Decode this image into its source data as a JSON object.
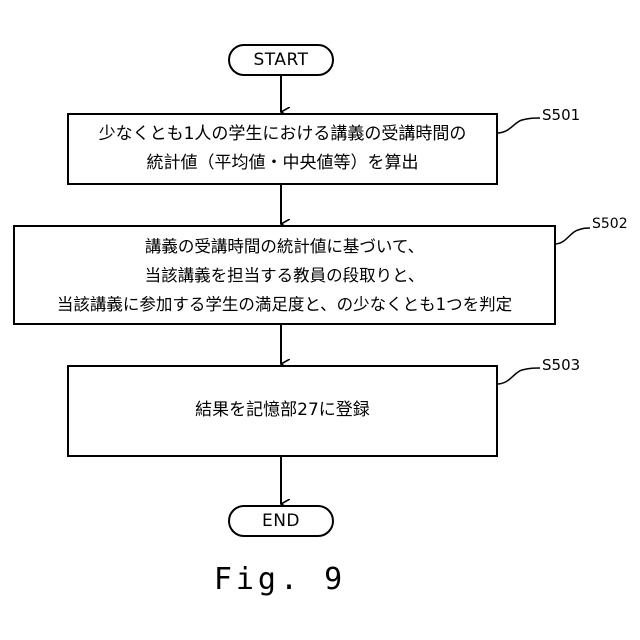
{
  "terminals": {
    "start": "START",
    "end": "END"
  },
  "steps": [
    {
      "id": "S501",
      "lines": [
        "少なくとも1人の学生における講義の受講時間の",
        "統計値（平均値・中央値等）を算出"
      ]
    },
    {
      "id": "S502",
      "lines": [
        "講義の受講時間の統計値に基づいて、",
        "当該講義を担当する教員の段取りと、",
        "当該講義に参加する学生の満足度と、の少なくとも1つを判定"
      ]
    },
    {
      "id": "S503",
      "lines": [
        "結果を記憶部27に登録"
      ]
    }
  ],
  "caption": "Fig. 9"
}
